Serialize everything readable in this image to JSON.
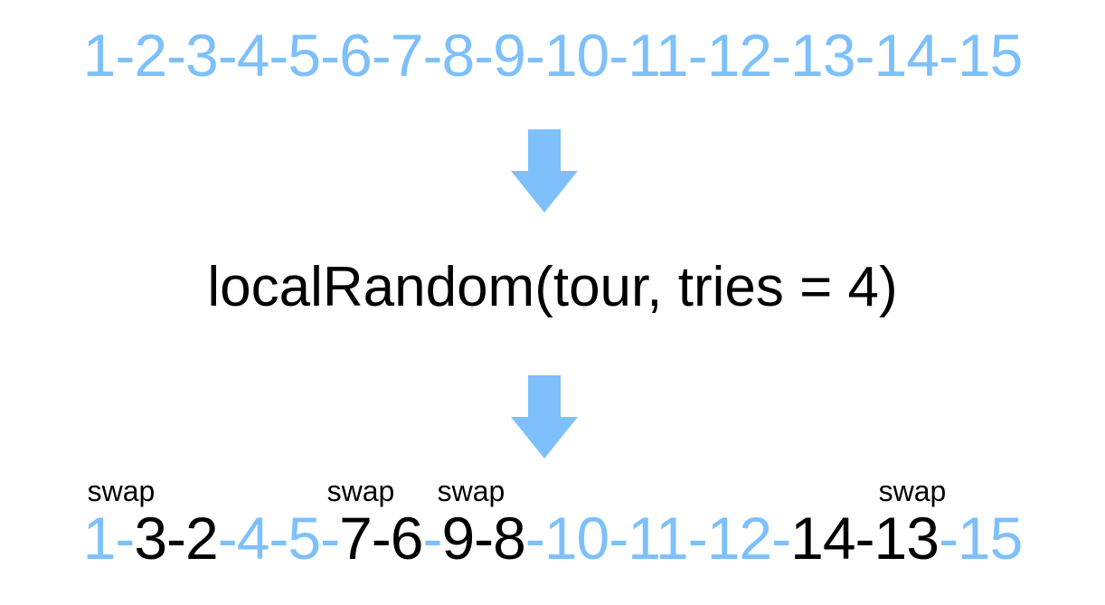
{
  "colors": {
    "highlight": "#000000",
    "base": "#7dc0fc",
    "arrow": "#7dc0fc"
  },
  "top_sequence": {
    "text": "1-2-3-4-5-6-7-8-9-10-11-12-13-14-15"
  },
  "arrows": [
    {
      "icon": "down-arrow-icon"
    },
    {
      "icon": "down-arrow-icon"
    }
  ],
  "function_call": {
    "text": "localRandom(tour, tries = 4)"
  },
  "bottom_sequence": {
    "segments": [
      {
        "text": "1-",
        "highlight": false
      },
      {
        "text": "3-2",
        "highlight": true
      },
      {
        "text": "-4-5-",
        "highlight": false
      },
      {
        "text": "7-6",
        "highlight": true
      },
      {
        "text": "-",
        "highlight": false
      },
      {
        "text": "9-8",
        "highlight": true
      },
      {
        "text": "-10-11-12-",
        "highlight": false
      },
      {
        "text": "14-13",
        "highlight": true
      },
      {
        "text": "-15",
        "highlight": false
      }
    ]
  },
  "swap_labels": [
    "swap",
    "swap",
    "swap",
    "swap"
  ]
}
